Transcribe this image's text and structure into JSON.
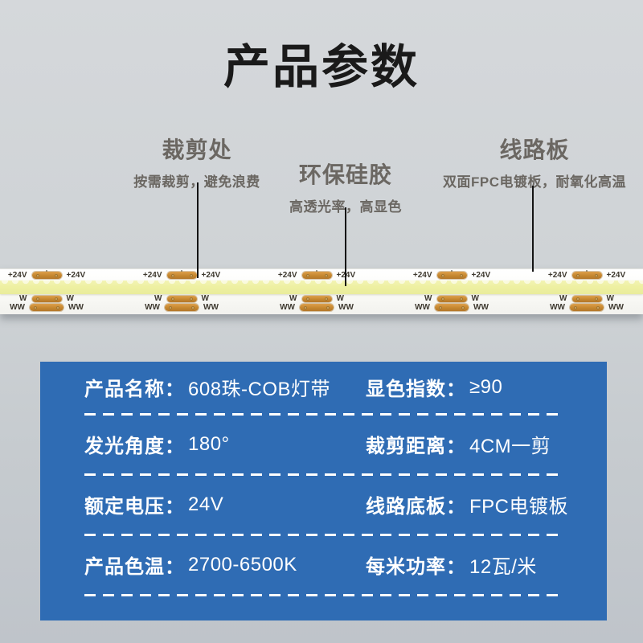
{
  "title": "产品参数",
  "callouts": [
    {
      "title": "裁剪处",
      "subtitle": "按需裁剪，避免浪费"
    },
    {
      "title": "环保硅胶",
      "subtitle": "高透光率，高显色"
    },
    {
      "title": "线路板",
      "subtitle": "双面FPC电镀板，耐氧化高温"
    }
  ],
  "strip": {
    "positive_label": "+24V",
    "white_channel_label": "W",
    "warm_white_channel_label": "WW",
    "colors": {
      "pad_copper": "#c5872f",
      "phosphor_yellow": "#eef0a2",
      "pcb_white": "#fafaf6"
    }
  },
  "spec_panel": {
    "bg_color": "#2f6cb4",
    "text_color": "#ffffff",
    "rows": [
      {
        "left": {
          "label": "产品名称：",
          "value": "608珠-COB灯带"
        },
        "right": {
          "label": "显色指数：",
          "value": "≥90"
        }
      },
      {
        "left": {
          "label": "发光角度：",
          "value": "180°"
        },
        "right": {
          "label": "裁剪距离：",
          "value": "4CM一剪"
        }
      },
      {
        "left": {
          "label": "额定电压：",
          "value": "24V"
        },
        "right": {
          "label": "线路底板：",
          "value": "FPC电镀板"
        }
      },
      {
        "left": {
          "label": "产品色温：",
          "value": "2700-6500K"
        },
        "right": {
          "label": "每米功率：",
          "value": "12瓦/米"
        }
      }
    ]
  }
}
